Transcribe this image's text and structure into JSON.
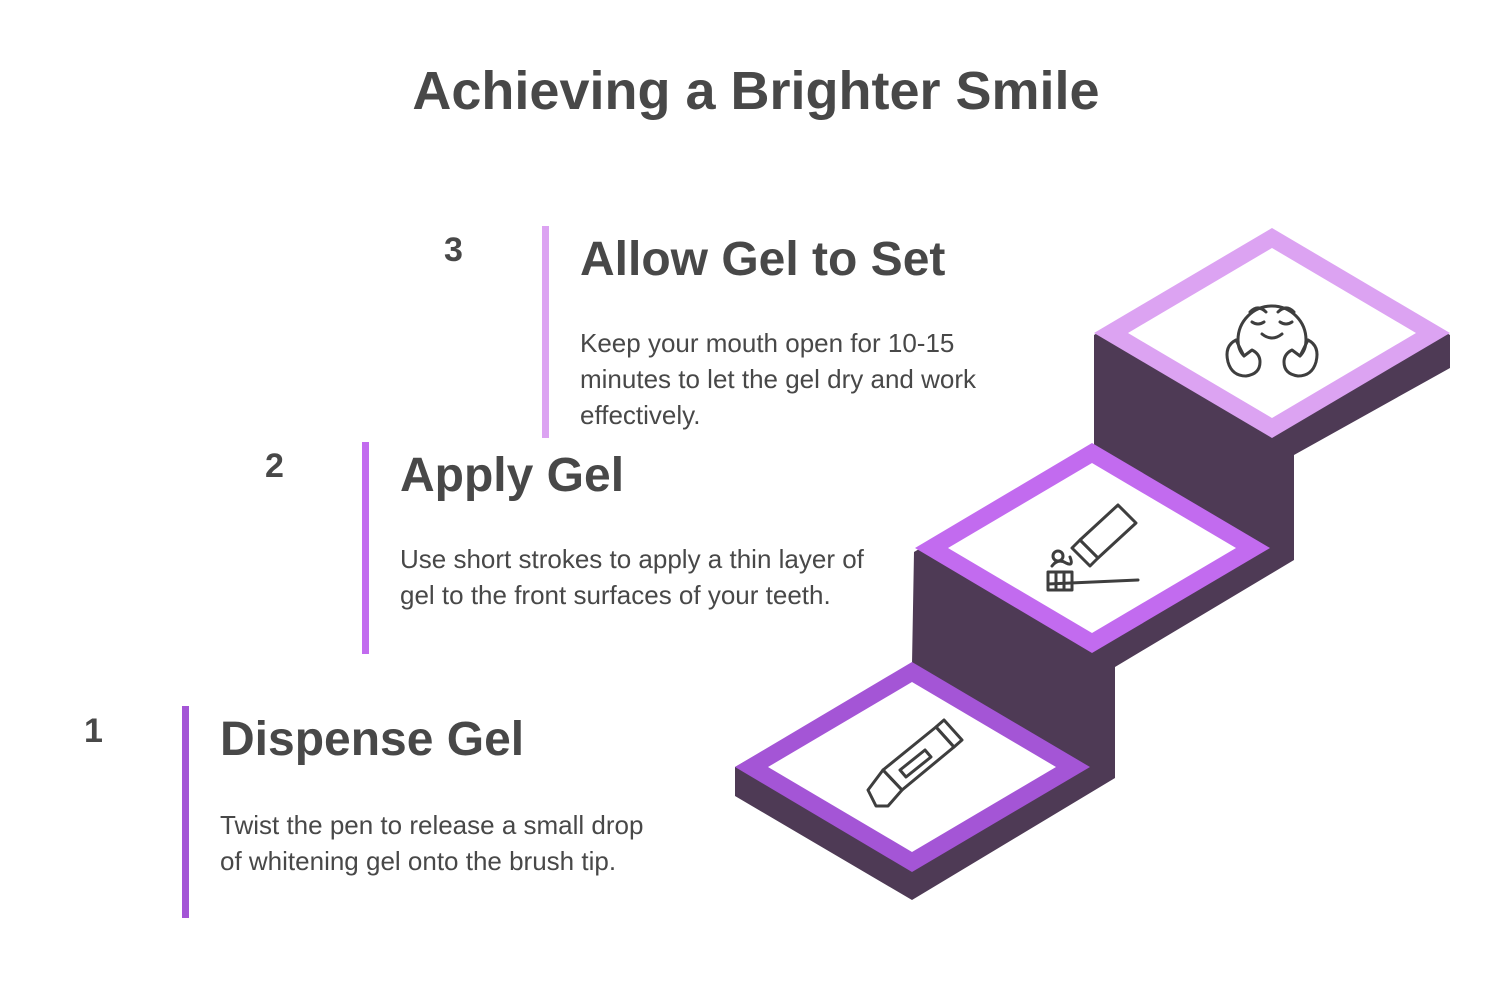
{
  "title": "Achieving a Brighter Smile",
  "steps": [
    {
      "number": "1",
      "heading": "Dispense Gel",
      "description": "Twist the pen to release a small drop of whitening gel onto the brush tip.",
      "icon": "gel-pen-icon",
      "accent": "#a455d6"
    },
    {
      "number": "2",
      "heading": "Apply Gel",
      "description": "Use short strokes to apply a thin layer of gel to the front surfaces of your teeth.",
      "icon": "toothbrush-gel-icon",
      "accent": "#c26bef"
    },
    {
      "number": "3",
      "heading": "Allow Gel to Set",
      "description": "Keep your mouth open for 10-15 minutes to let the gel dry and work effectively.",
      "icon": "smiling-face-icon",
      "accent": "#dca3f2"
    }
  ],
  "colors": {
    "stair_dark": "#4e3a55",
    "text": "#484848"
  }
}
